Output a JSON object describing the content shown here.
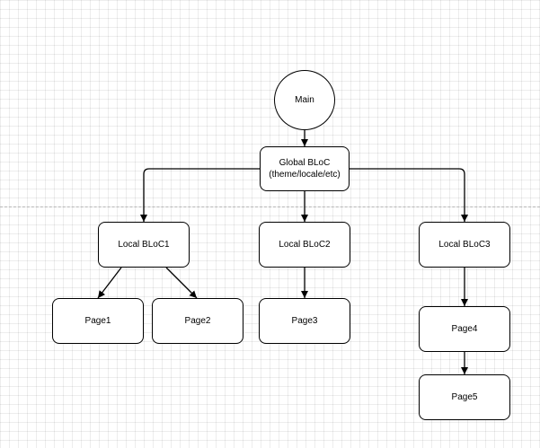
{
  "diagram": {
    "nodes": {
      "main": {
        "label": "Main"
      },
      "global_bloc": {
        "line1": "Global BLoC",
        "line2": "(theme/locale/etc)"
      },
      "local_bloc1": {
        "label": "Local BLoC1"
      },
      "local_bloc2": {
        "label": "Local BLoC2"
      },
      "local_bloc3": {
        "label": "Local BLoC3"
      },
      "page1": {
        "label": "Page1"
      },
      "page2": {
        "label": "Page2"
      },
      "page3": {
        "label": "Page3"
      },
      "page4": {
        "label": "Page4"
      },
      "page5": {
        "label": "Page5"
      }
    },
    "edges": [
      {
        "from": "main",
        "to": "global_bloc"
      },
      {
        "from": "global_bloc",
        "to": "local_bloc1"
      },
      {
        "from": "global_bloc",
        "to": "local_bloc2"
      },
      {
        "from": "global_bloc",
        "to": "local_bloc3"
      },
      {
        "from": "local_bloc1",
        "to": "page1"
      },
      {
        "from": "local_bloc1",
        "to": "page2"
      },
      {
        "from": "local_bloc2",
        "to": "page3"
      },
      {
        "from": "local_bloc3",
        "to": "page4"
      },
      {
        "from": "page4",
        "to": "page5"
      }
    ]
  }
}
